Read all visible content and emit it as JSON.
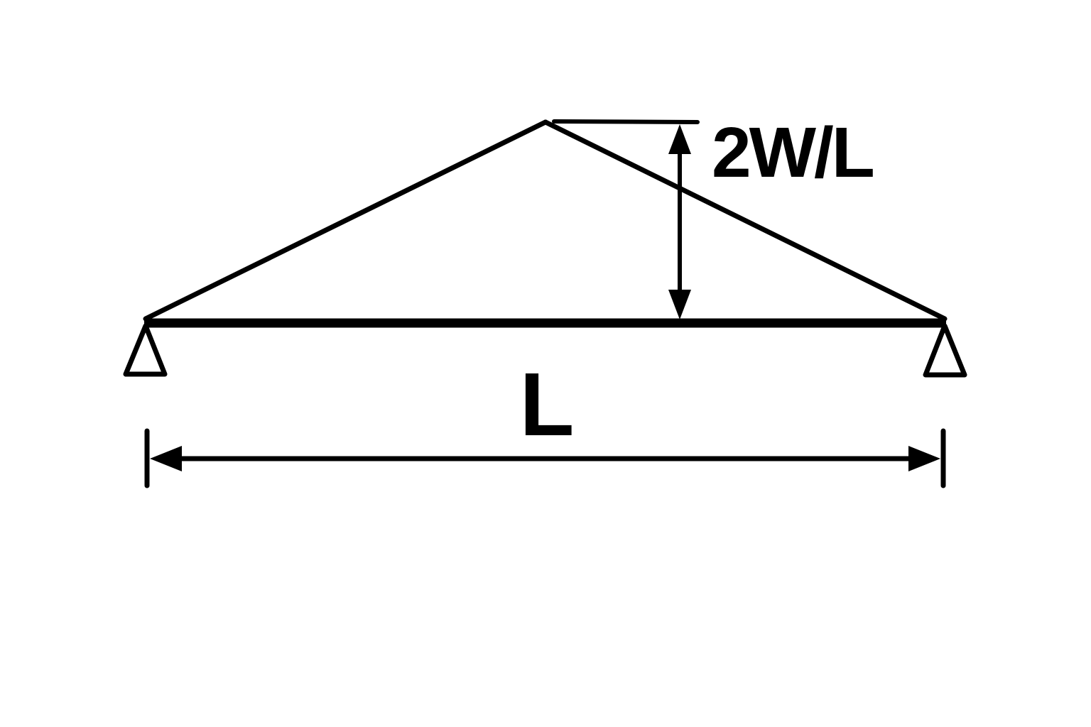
{
  "diagram": {
    "type": "beam-load-diagram",
    "load_label": "2W/L",
    "span_label": "L",
    "colors": {
      "ink": "#000000",
      "background": "#ffffff"
    }
  }
}
